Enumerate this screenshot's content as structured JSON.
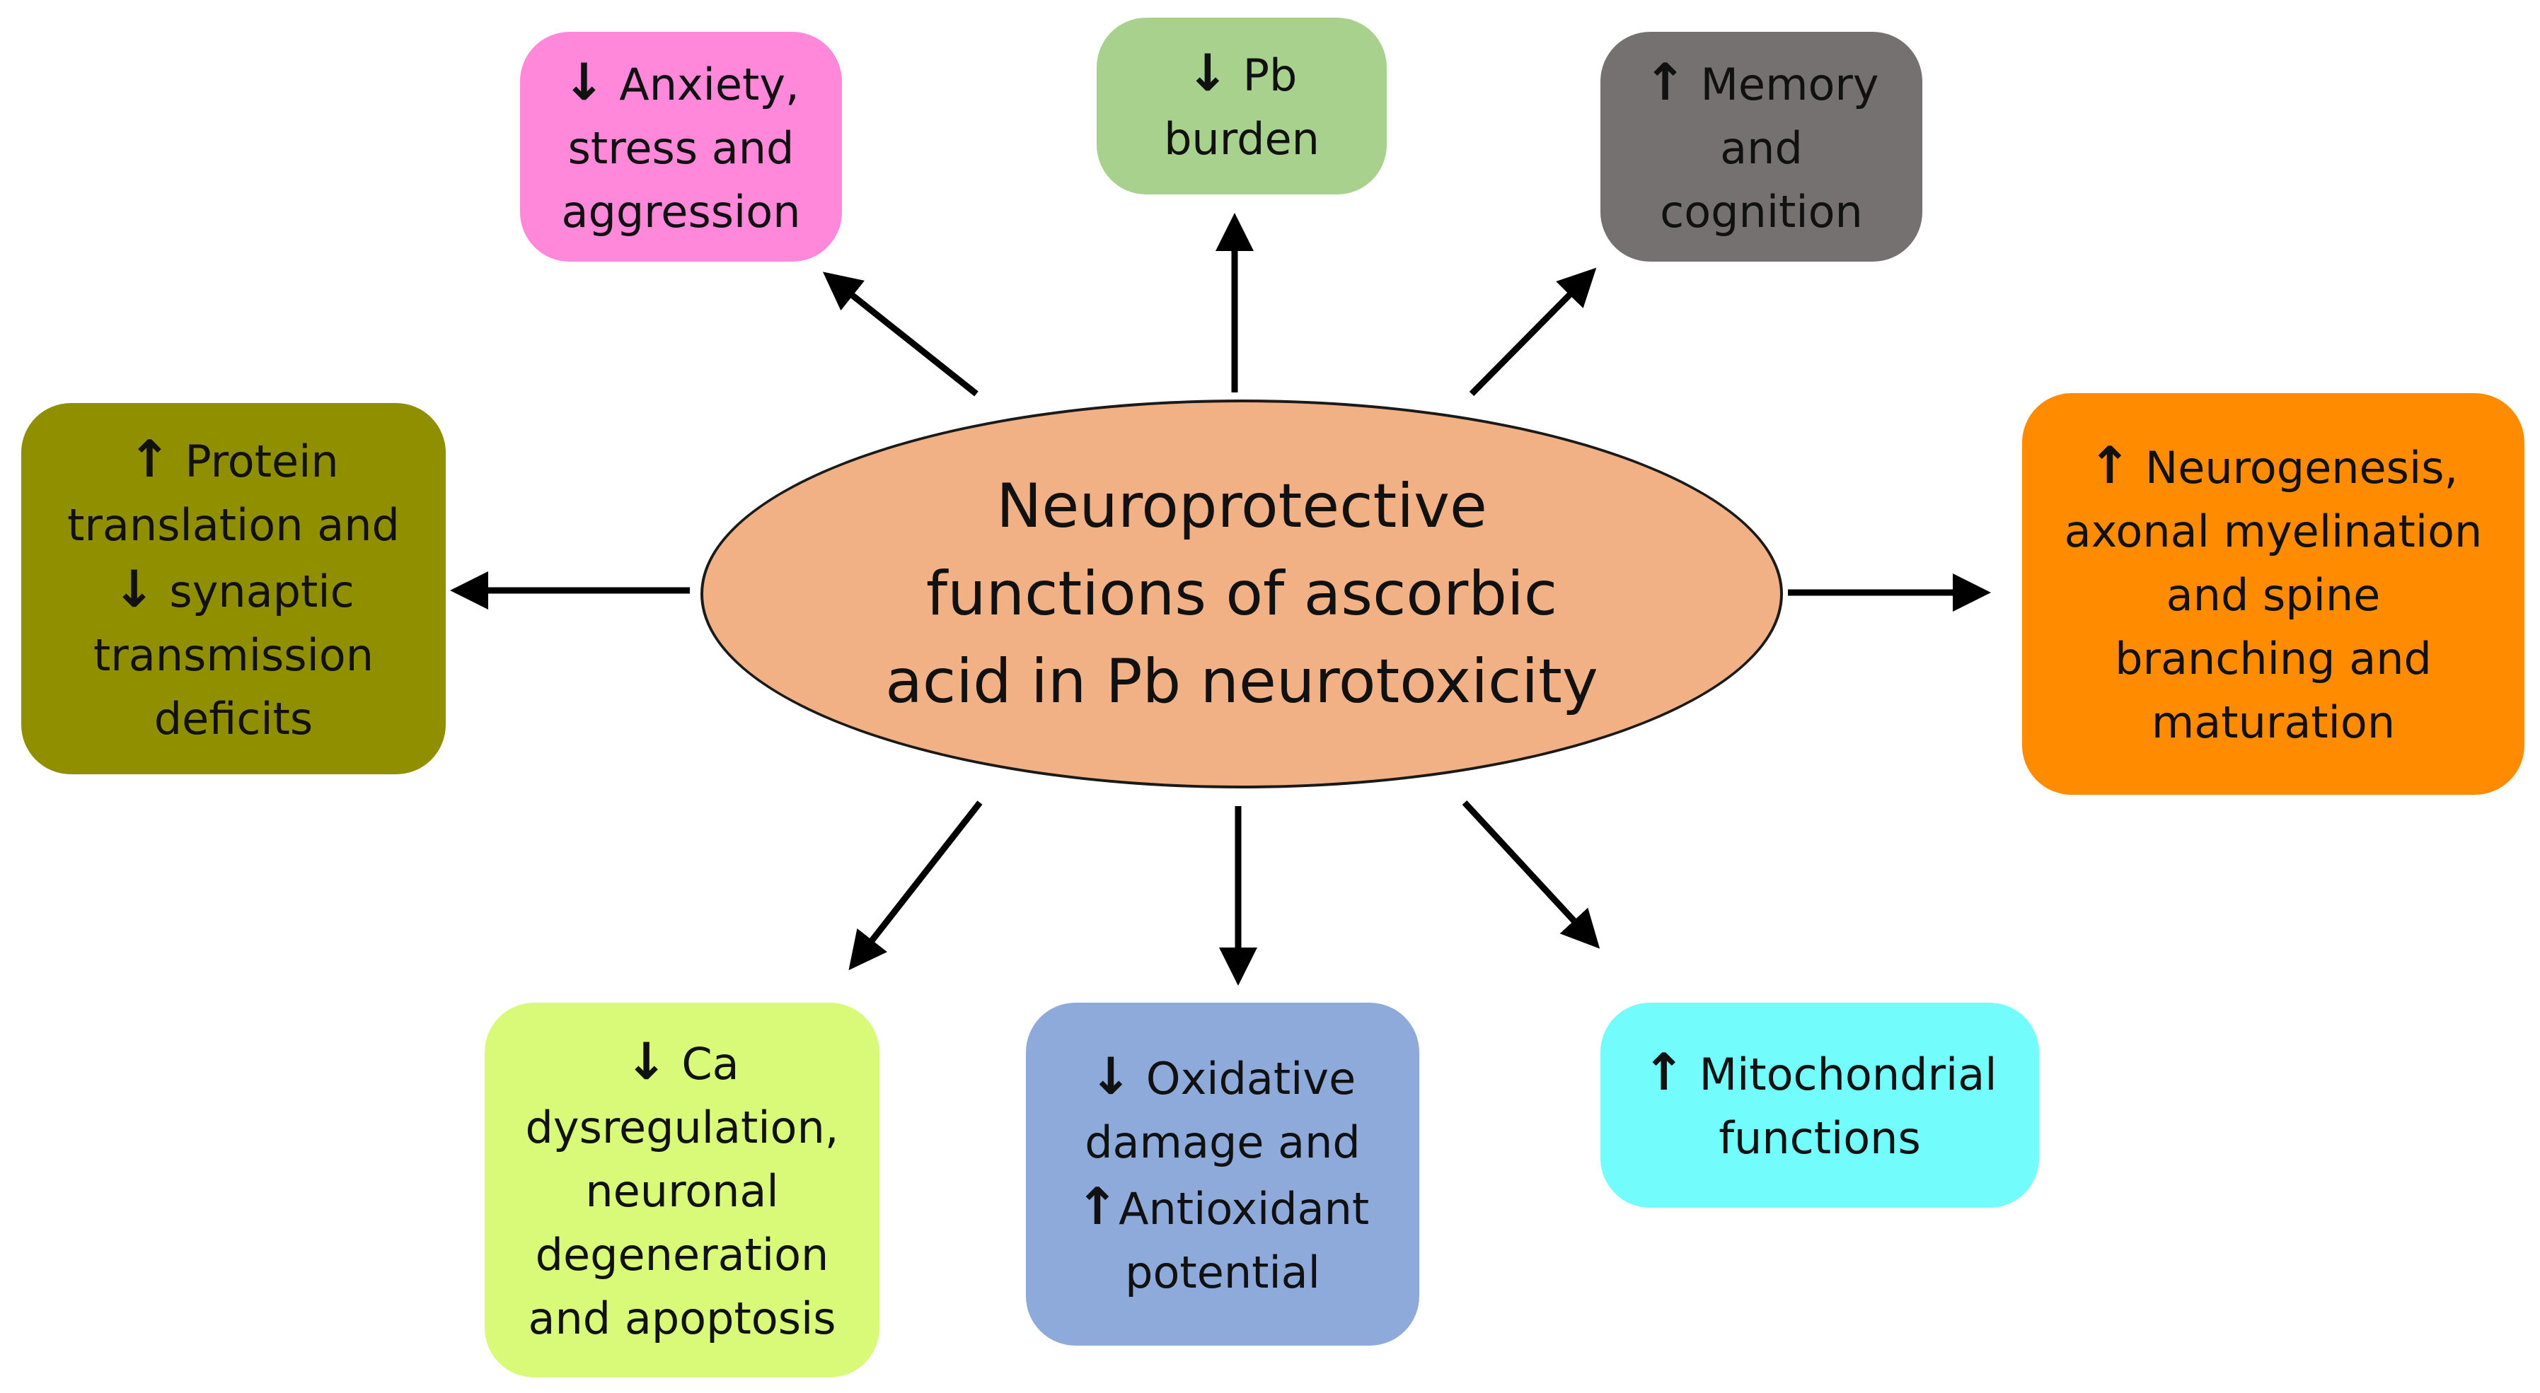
{
  "colors": {
    "center": "#f2b185",
    "anxiety": "#ff88da",
    "pb": "#a9d18e",
    "memory": "#767171",
    "protein": "#8f8f00",
    "neurogenesis": "#ff8c00",
    "ca": "#d9fa78",
    "oxidative": "#8eaadb",
    "mito": "#72fcfc",
    "arrow": "#000000"
  },
  "center": {
    "lines": [
      "Neuroprotective",
      "functions of ascorbic",
      "acid in Pb neurotoxicity"
    ]
  },
  "boxes": {
    "anxiety": {
      "arrow1": "↓",
      "text1": "Anxiety,",
      "line2": "stress and",
      "line3": "aggression"
    },
    "pb": {
      "arrow1": "↓",
      "text1": "Pb",
      "line2": "burden"
    },
    "memory": {
      "arrow1": "↑",
      "text1": "Memory",
      "line2": "and",
      "line3": "cognition"
    },
    "protein": {
      "arrow1": "↑",
      "text1": "Protein",
      "line2": "translation and",
      "arrow3": "↓",
      "text3": "synaptic",
      "line4": "transmission",
      "line5": "deficits"
    },
    "neurogenesis": {
      "arrow1": "↑",
      "text1": "Neurogenesis,",
      "line2": "axonal myelination",
      "line3": "and spine",
      "line4": "branching and",
      "line5": "maturation"
    },
    "ca": {
      "arrow1": "↓",
      "text1": "Ca",
      "line2": "dysregulation,",
      "line3": "neuronal",
      "line4": "degeneration",
      "line5": "and apoptosis"
    },
    "oxidative": {
      "arrow1": "↓",
      "text1": "Oxidative",
      "line2": "damage and",
      "arrow3": "↑",
      "text3": "Antioxidant",
      "line4": "potential"
    },
    "mito": {
      "arrow1": "↑",
      "text1": "Mitochondrial",
      "line2": "functions"
    }
  }
}
